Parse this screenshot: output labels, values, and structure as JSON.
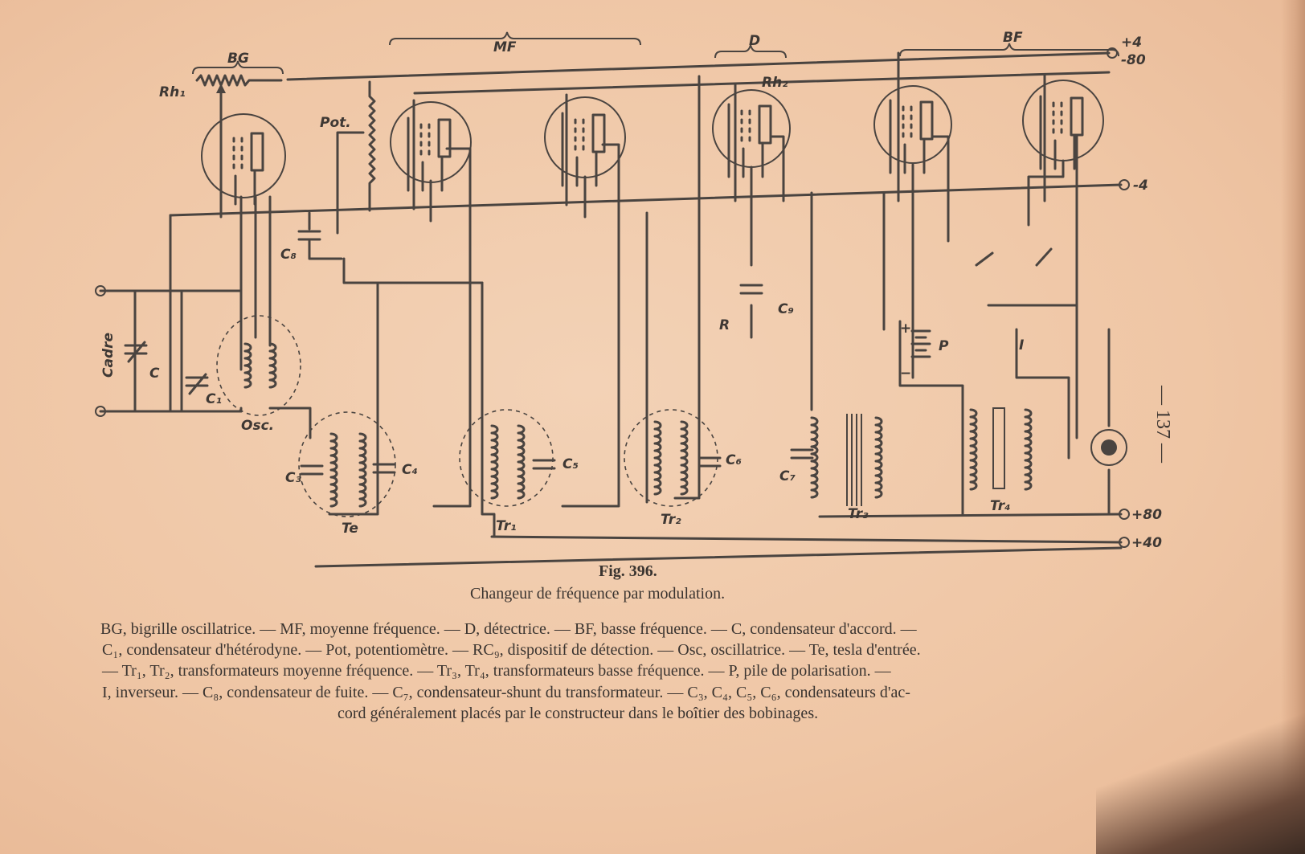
{
  "page_number": "— 137 —",
  "figure": {
    "number": "Fig. 396.",
    "title": "Changeur de fréquence par modulation.",
    "legend_lines": [
      "BG, bigrille oscillatrice. — MF, moyenne fréquence. — D, détectrice. — BF, basse fréquence. — C, condensateur d'accord. —",
      "C₁, condensateur d'hétérodyne. — Pot, potentiomètre. — RC₉, dispositif de détection. — Osc, oscillatrice. — Te, tesla d'entrée.",
      "— Tr₁, Tr₂, transformateurs moyenne fréquence. — Tr₃, Tr₄, transformateurs basse fréquence. — P, pile de polarisation. —",
      "I, inverseur. — C₈, condensateur de fuite. — C₇, condensateur-shunt du transformateur. — C₃, C₄, C₅, C₆, condensateurs d'ac-",
      "cord généralement placés par le constructeur dans le boîtier des bobinages."
    ]
  },
  "diagram": {
    "sections": {
      "bg": "BG",
      "mf": "MF",
      "d": "D",
      "bf": "BF"
    },
    "labels": {
      "rh1": "Rh₁",
      "rh2": "Rh₂",
      "pot": "Pot.",
      "c8": "C₈",
      "c9": "C₉",
      "r": "R",
      "cadre": "Cadre",
      "c": "C",
      "c1": "C₁",
      "osc": "Osc.",
      "c3": "C₃",
      "c4": "C₄",
      "te": "Te",
      "c5": "C₅",
      "tr1": "Tr₁",
      "c6": "C₆",
      "tr2": "Tr₂",
      "c7": "C₇",
      "tr3": "Tr₃",
      "p": "P",
      "plus": "+",
      "minus": "−",
      "i": "I",
      "tr4": "Tr₄"
    },
    "terminals": {
      "plus4": "+4",
      "minus80": "-80",
      "minus4": "-4",
      "plus80": "+80",
      "plus40": "+40"
    }
  }
}
